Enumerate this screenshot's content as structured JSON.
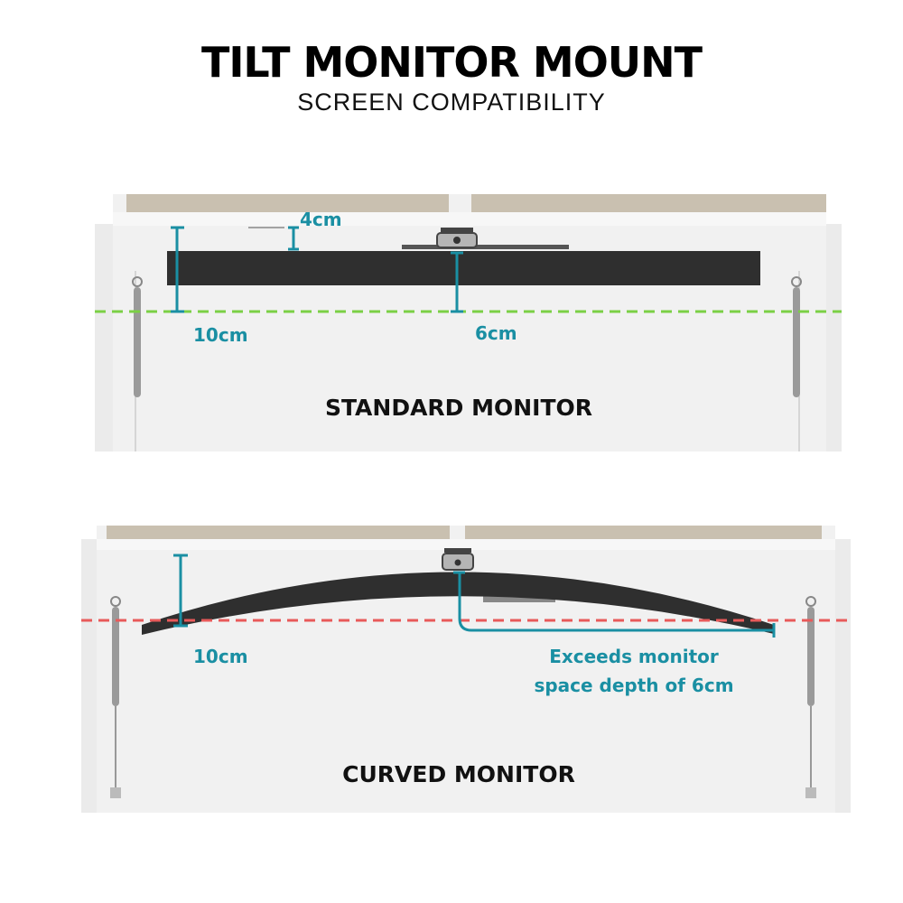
{
  "header": {
    "title": "TILT MONITOR MOUNT",
    "subtitle": "SCREEN COMPATIBILITY"
  },
  "standard_panel": {
    "caption": "STANDARD MONITOR",
    "measure_top": "4cm",
    "measure_total": "10cm",
    "measure_depth": "6cm",
    "guide_line_color": "#7bd045"
  },
  "curved_panel": {
    "caption": "CURVED MONITOR",
    "measure_total": "10cm",
    "note_line1": "Exceeds monitor",
    "note_line2": "space depth of 6cm",
    "guide_line_color": "#e85a5a"
  },
  "colors": {
    "accent": "#1a8fa3"
  }
}
